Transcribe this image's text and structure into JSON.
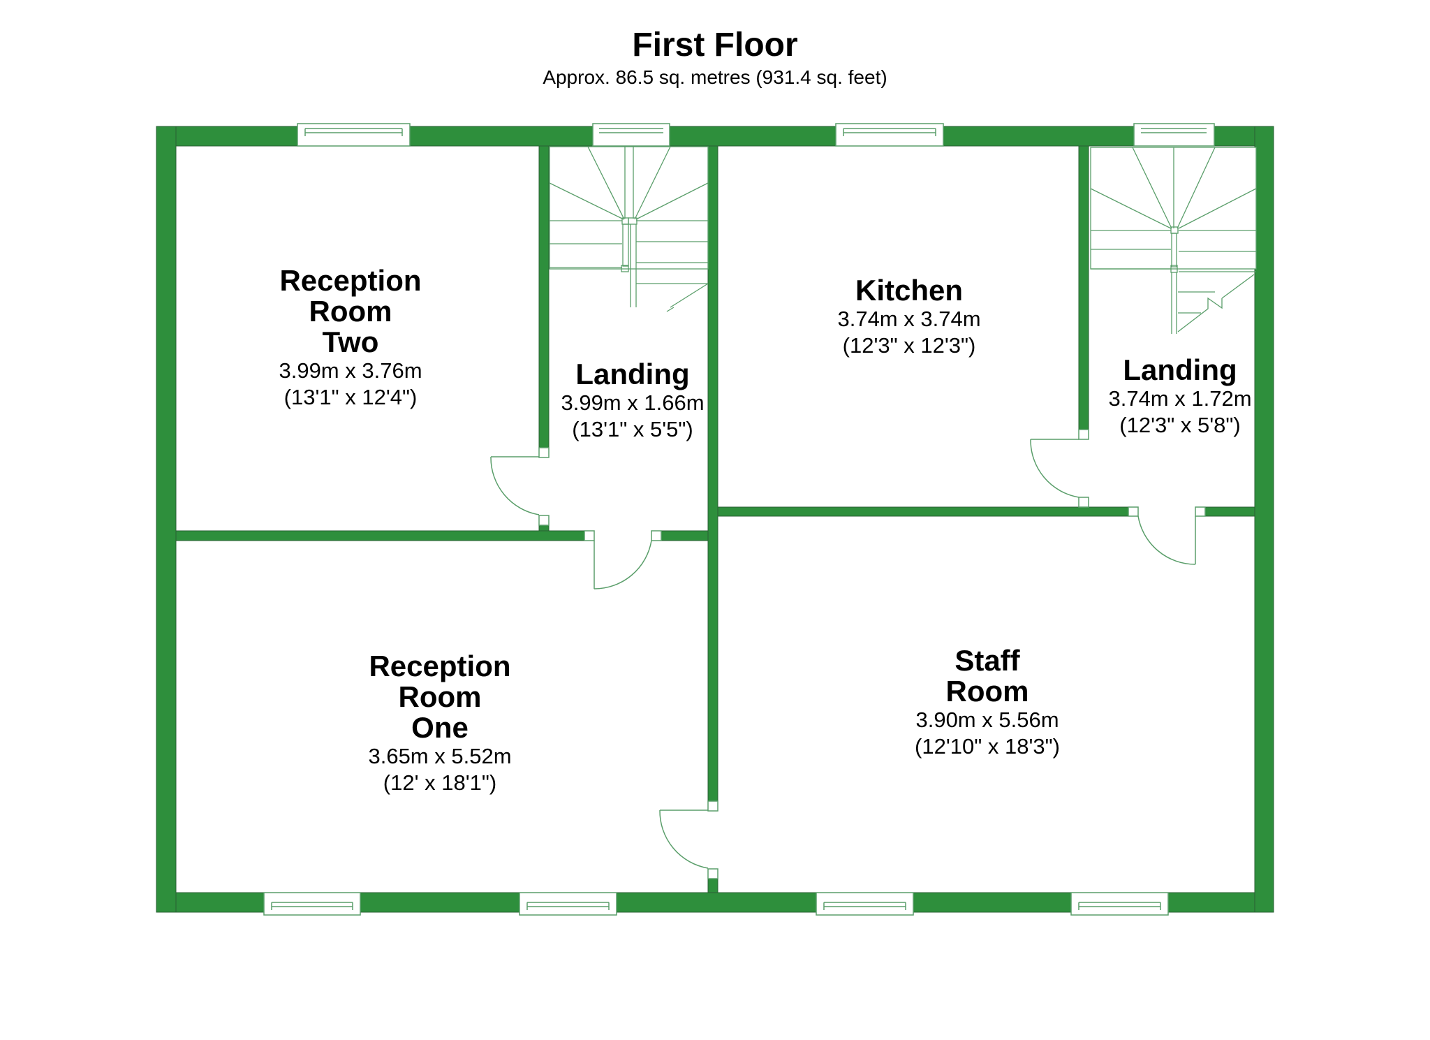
{
  "header": {
    "title": "First Floor",
    "subtitle": "Approx. 86.5 sq. metres (931.4 sq. feet)"
  },
  "colors": {
    "wall": "#2e8f3c",
    "wall_edge": "#2a5f33",
    "fixture_line": "#5a9e6a",
    "background": "#ffffff"
  },
  "rooms": [
    {
      "id": "reception-room-two",
      "name_lines": [
        "Reception",
        "Room",
        "Two"
      ],
      "metric": "3.99m x 3.76m",
      "imperial": "(13'1\" x 12'4\")"
    },
    {
      "id": "landing-left",
      "name_lines": [
        "Landing"
      ],
      "metric": "3.99m x 1.66m",
      "imperial": "(13'1\" x 5'5\")"
    },
    {
      "id": "kitchen",
      "name_lines": [
        "Kitchen"
      ],
      "metric": "3.74m x 3.74m",
      "imperial": "(12'3\" x 12'3\")"
    },
    {
      "id": "landing-right",
      "name_lines": [
        "Landing"
      ],
      "metric": "3.74m x 1.72m",
      "imperial": "(12'3\" x 5'8\")"
    },
    {
      "id": "reception-room-one",
      "name_lines": [
        "Reception",
        "Room",
        "One"
      ],
      "metric": "3.65m x 5.52m",
      "imperial": "(12' x 18'1\")"
    },
    {
      "id": "staff-room",
      "name_lines": [
        "Staff",
        "Room"
      ],
      "metric": "3.90m x 5.56m",
      "imperial": "(12'10\" x 18'3\")"
    }
  ]
}
